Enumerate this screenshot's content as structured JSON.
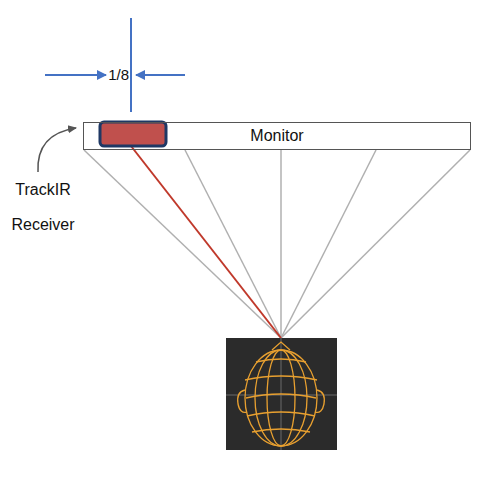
{
  "diagram": {
    "nodes": [
      {
        "text": [
          "Monitor"
        ]
      }
    ],
    "labels": [
      "1/8",
      "TrackIR Receiver"
    ]
  }
}
